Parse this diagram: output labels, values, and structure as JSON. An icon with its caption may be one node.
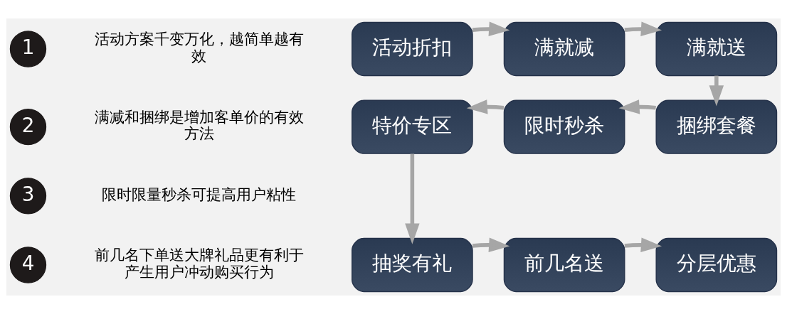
{
  "diagram": {
    "nodes": [
      {
        "text": [
          "1"
        ],
        "beside": [
          "活动方案千变万化，越简单越有效"
        ]
      },
      {
        "text": [
          "2"
        ],
        "beside": [
          "满减和捆绑是增加客单价的有效方法"
        ]
      },
      {
        "text": [
          "3"
        ],
        "beside": [
          "限时限量秒杀可提高用户粘性"
        ]
      },
      {
        "text": [
          "4"
        ],
        "beside": [
          "前几名下单送大牌礼品更有利于产生用户冲动购买行为"
        ]
      },
      {
        "text": [
          "活动折扣"
        ]
      },
      {
        "text": [
          "满就减"
        ]
      },
      {
        "text": [
          "满就送"
        ]
      },
      {
        "text": [
          "捆绑套餐"
        ]
      },
      {
        "text": [
          "限时秒杀"
        ]
      },
      {
        "text": [
          "特价专区"
        ]
      },
      {
        "text": [
          "抽奖有礼"
        ]
      },
      {
        "text": [
          "前几名送"
        ]
      },
      {
        "text": [
          "分层优惠"
        ]
      }
    ],
    "edges": [
      {
        "from": 4,
        "to": 5,
        "arrow": "to"
      },
      {
        "from": 5,
        "to": 6,
        "arrow": "to"
      },
      {
        "from": 6,
        "to": 7,
        "arrow": "to"
      },
      {
        "from": 7,
        "to": 8,
        "arrow": "to"
      },
      {
        "from": 8,
        "to": 9,
        "arrow": "to"
      },
      {
        "from": 9,
        "to": 10,
        "arrow": "to"
      },
      {
        "from": 10,
        "to": 11,
        "arrow": "to"
      },
      {
        "from": 11,
        "to": 12,
        "arrow": "to"
      }
    ]
  }
}
